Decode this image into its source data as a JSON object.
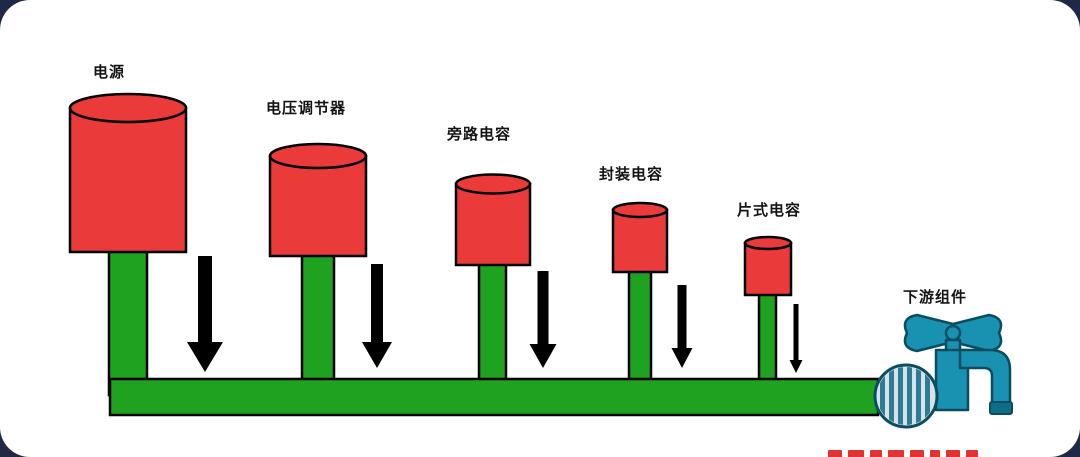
{
  "tanks": [
    {
      "id": "power-source",
      "label": "电源"
    },
    {
      "id": "voltage-regulator",
      "label": "电压调节器"
    },
    {
      "id": "bypass-capacitor",
      "label": "旁路电容"
    },
    {
      "id": "package-capacitor",
      "label": "封装电容"
    },
    {
      "id": "chip-capacitor",
      "label": "片式电容"
    }
  ],
  "downstream": {
    "label": "下游组件"
  },
  "colors": {
    "bg": "#1f2947",
    "card": "#ffffff",
    "tank": "#ea3a3a",
    "pipe": "#1fa21f",
    "arrow": "#000000",
    "faucet": "#1992b2",
    "red-text": "#e23333"
  }
}
